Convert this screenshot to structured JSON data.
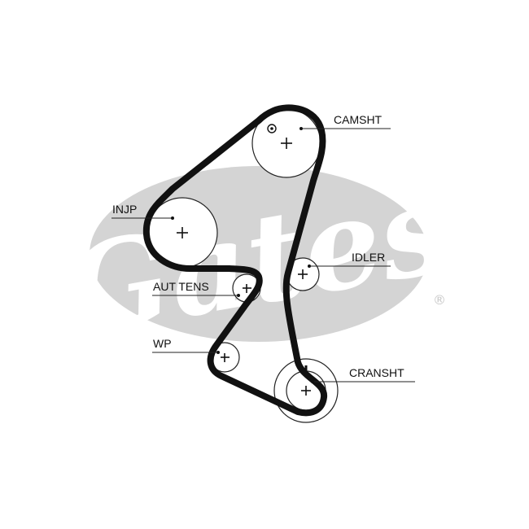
{
  "watermark": {
    "text": "Gates",
    "registered_mark": "®",
    "color": "#d4d4d4"
  },
  "labels": {
    "camsht": "CAMSHT",
    "injp": "INJP",
    "idler": "IDLER",
    "aut_tens": "AUT TENS",
    "wp": "WP",
    "cransht": "CRANSHT"
  },
  "colors": {
    "belt": "#111111",
    "lines": "#222222"
  }
}
